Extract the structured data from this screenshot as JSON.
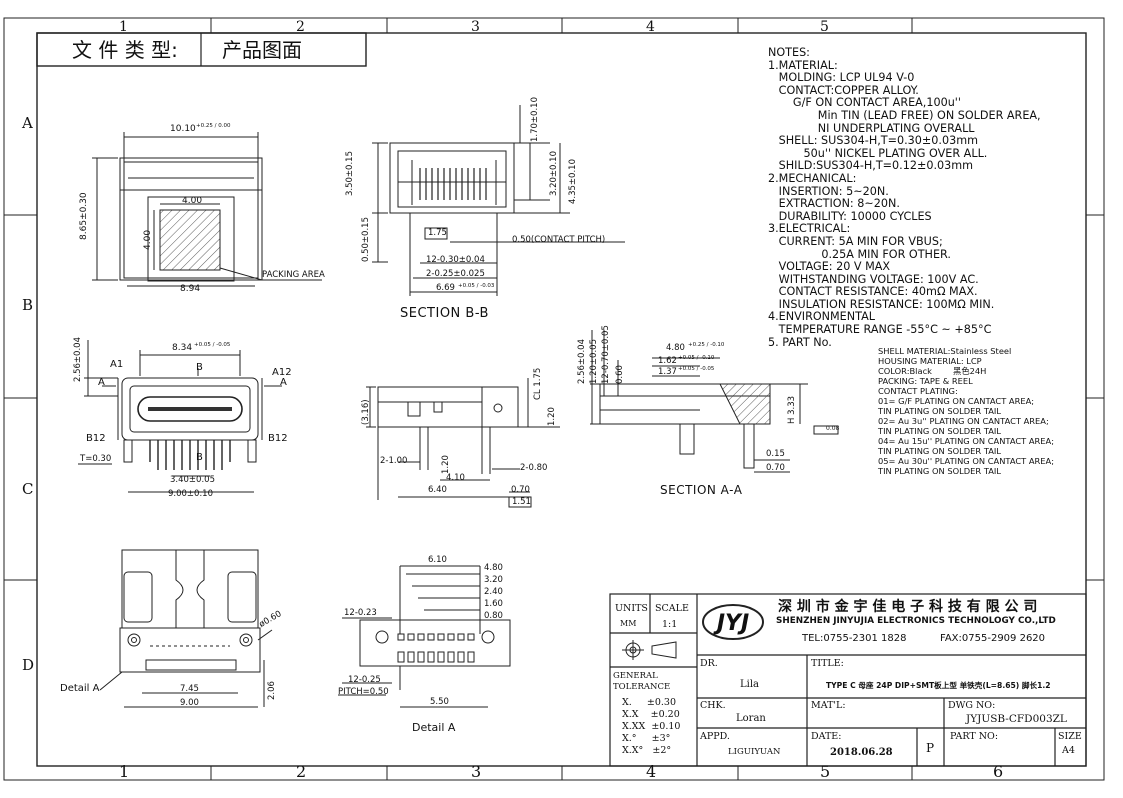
{
  "header": {
    "doc_type_label": "文 件 类 型:",
    "doc_type_value": "产品图面"
  },
  "grid": {
    "columns": [
      "1",
      "2",
      "3",
      "4",
      "5",
      "6"
    ],
    "rows": [
      "A",
      "B",
      "C",
      "D"
    ]
  },
  "notes": {
    "heading": "NOTES:",
    "lines": [
      "1.MATERIAL:",
      "   MOLDING: LCP UL94 V-0",
      "   CONTACT:COPPER ALLOY.",
      "       G/F ON CONTACT AREA,100u''",
      "              Min TIN (LEAD FREE) ON SOLDER AREA,",
      "              NI UNDERPLATING OVERALL",
      "   SHELL: SUS304-H,T=0.30±0.03mm",
      "          50u'' NICKEL PLATING OVER ALL.",
      "   SHILD:SUS304-H,T=0.12±0.03mm",
      "2.MECHANICAL:",
      "   INSERTION: 5~20N.",
      "   EXTRACTION: 8~20N.",
      "   DURABILITY: 10000 CYCLES",
      "3.ELECTRICAL:",
      "   CURRENT: 5A MIN FOR VBUS;",
      "               0.25A MIN FOR OTHER.",
      "   VOLTAGE: 20 V MAX",
      "   WITHSTANDING VOLTAGE: 100V AC.",
      "   CONTACT RESISTANCE: 40mΩ MAX.",
      "   INSULATION RESISTANCE: 100MΩ MIN.",
      "4.ENVIRONMENTAL",
      "   TEMPERATURE RANGE -55°C ~ +85°C"
    ],
    "part_no_label": "5. PART No."
  },
  "part_no_details": {
    "lines": [
      "SHELL MATERIAL:Stainless Steel",
      "",
      "HOUSING MATERIAL: LCP",
      "",
      "COLOR:Black        黑色24H",
      "",
      "PACKING: TAPE & REEL",
      "",
      "CONTACT PLATING:",
      "",
      "01= G/F PLATING ON CANTACT AREA;",
      "TIN PLATING ON SOLDER TAIL",
      "02= Au 3u'' PLATING ON CANTACT AREA;",
      "TIN PLATING ON SOLDER TAIL",
      "04= Au 15u'' PLATING ON CANTACT AREA;",
      "TIN PLATING ON SOLDER TAIL",
      "05= Au 30u'' PLATING ON CANTACT AREA;",
      "TIN PLATING ON SOLDER TAIL"
    ]
  },
  "views": {
    "top_left": {
      "dim_width": "10.10",
      "dim_width_tol": "+0.25 / 0.00",
      "dim_height": "8.65±0.30",
      "dim_inner_w": "4.00",
      "dim_inner_h": "4.00",
      "dim_bottom": "8.94",
      "packing_area": "PACKING AREA"
    },
    "section_bb": {
      "title": "SECTION B-B",
      "d_170": "1.70±0.10",
      "d_320": "3.20±0.10",
      "d_435": "4.35±0.10",
      "d_350": "3.50±0.15",
      "d_050": "0.50±0.15",
      "d_175": "1.75",
      "contact_pitch": "0.50(CONTACT PITCH)",
      "d_12_030": "12-0.30±0.04",
      "d_2_025": "2-0.25±0.025",
      "d_669": "6.69",
      "d_669_tol": "+0.05 / -0.03"
    },
    "front": {
      "d_256": "2.56±0.04",
      "d_834": "8.34",
      "d_834_tol": "+0.05 / -0.05",
      "a1": "A1",
      "a12": "A12",
      "a": "A",
      "b": "B",
      "b12": "B12",
      "t": "T=0.30",
      "d_340": "3.40±0.05",
      "d_900": "9.00±0.10"
    },
    "side": {
      "d_316": "(3.16)",
      "d_cl175": "CL 1.75",
      "d_120": "1.20",
      "d_2_100": "2-1.00",
      "d_120b": "1.20",
      "d_410": "4.10",
      "d_2_080": "2-0.80",
      "d_640": "6.40",
      "d_070": "0.70",
      "d_151": "1.51"
    },
    "section_aa": {
      "title": "SECTION A-A",
      "d_256": "2.56±0.04",
      "d_120": "1.20±0.05",
      "d_060": "0.60",
      "d_12_070": "12-0.70±0.05",
      "d_480": "4.80",
      "d_480_tol": "+0.25 / -0.10",
      "d_162": "1.62",
      "d_162_tol": "+0.05 / -0.10",
      "d_137": "1.37",
      "d_137_tol": "+0.05 / -0.05",
      "d_333": "H 3.33",
      "flat": "0.08",
      "d_015": "0.15",
      "d_070": "0.70"
    },
    "bottom": {
      "d_060": "ø0.60",
      "d_745": "7.45",
      "d_900": "9.00",
      "d_206": "2.06",
      "detail_a": "Detail A"
    },
    "detail": {
      "title": "Detail A",
      "d_610": "6.10",
      "d_480": "4.80",
      "d_320": "3.20",
      "d_240": "2.40",
      "d_160": "1.60",
      "d_080": "0.80",
      "d_12_023": "12-0.23",
      "d_12_025": "12-0.25",
      "pitch": "PITCH=0.50",
      "d_550": "5.50"
    }
  },
  "title_block": {
    "units_label": "UNITS",
    "units_value": "MM",
    "scale_label": "SCALE",
    "scale_value": "1:1",
    "company_cn": "深 圳 市 金 宇 佳 电 子 科 技 有 限 公 司",
    "company_en": "SHENZHEN JINYUJIA ELECTRONICS TECHNOLOGY CO.,LTD",
    "tel": "TEL:0755-2301 1828",
    "fax": "FAX:0755-2909 2620",
    "logo": "JYJ",
    "general_tolerance": "GENERAL TOLERANCE",
    "tolerances": [
      "X.     ±0.30",
      "X.X    ±0.20",
      "X.XX  ±0.10",
      "X.°     ±3°",
      "X.X°   ±2°"
    ],
    "dr_label": "DR.",
    "dr_value": "Lila",
    "chk_label": "CHK.",
    "chk_value": "Loran",
    "appd_label": "APPD.",
    "appd_value": "LIGUIYUAN",
    "title_label": "TITLE:",
    "title_value": "TYPE C 母座 24P DIP+SMT板上型 单铁壳(L=8.65) 脚长1.2",
    "matl_label": "MAT'L:",
    "dwg_label": "DWG NO:",
    "dwg_value": "JYJUSB-CFD003ZL",
    "date_label": "DATE:",
    "date_value": "2018.06.28",
    "rev_value": "P",
    "part_label": "PART NO:",
    "size_label": "SIZE",
    "size_value": "A4"
  }
}
